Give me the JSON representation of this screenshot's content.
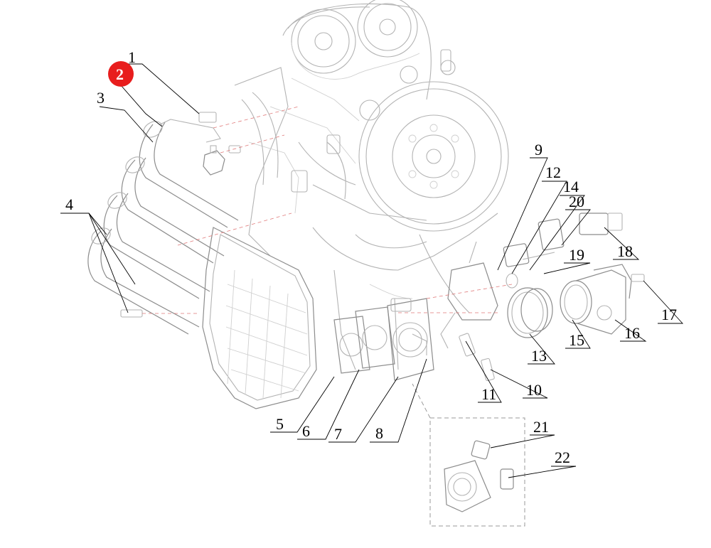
{
  "highlight_color": "#e81d1d",
  "callouts": {
    "c1": "1",
    "c2": "2",
    "c3": "3",
    "c4": "4",
    "c5": "5",
    "c6": "6",
    "c7": "7",
    "c8": "8",
    "c9": "9",
    "c10": "10",
    "c11": "11",
    "c12": "12",
    "c13": "13",
    "c14": "14",
    "c15": "15",
    "c16": "16",
    "c17": "17",
    "c18": "18",
    "c19": "19",
    "c20": "20",
    "c21": "21",
    "c22": "22"
  },
  "highlighted_callout": "2"
}
